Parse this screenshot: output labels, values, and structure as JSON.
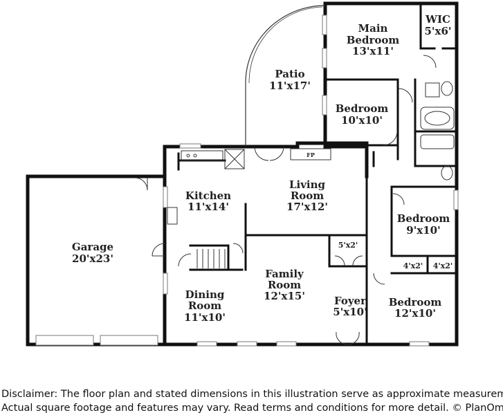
{
  "rooms": {
    "wic": {
      "name": "WIC",
      "size": "5'x6'"
    },
    "main_bedroom": {
      "name1": "Main",
      "name2": "Bedroom",
      "size": "13'x11'"
    },
    "patio": {
      "name": "Patio",
      "size": "11'x17'"
    },
    "bedroom_upper": {
      "name": "Bedroom",
      "size": "10'x10'"
    },
    "fp": {
      "name": "FP"
    },
    "living_room": {
      "name1": "Living",
      "name2": "Room",
      "size": "17'x12'"
    },
    "kitchen": {
      "name": "Kitchen",
      "size": "11'x14'"
    },
    "garage": {
      "name": "Garage",
      "size": "20'x23'"
    },
    "bedroom_right": {
      "name": "Bedroom",
      "size": "9'x10'"
    },
    "closet_foyer": {
      "size": "5'x2'"
    },
    "closet_a": {
      "size": "4'x2'"
    },
    "closet_b": {
      "size": "4'x2'"
    },
    "family_room": {
      "name1": "Family",
      "name2": "Room",
      "size": "12'x15'"
    },
    "dining_room": {
      "name1": "Dining",
      "name2": "Room",
      "size": "11'x10'"
    },
    "foyer": {
      "name": "Foyer",
      "size": "5'x10'"
    },
    "bedroom_lower": {
      "name": "Bedroom",
      "size": "12'x10'"
    }
  },
  "disclaimer": {
    "line1": "Disclaimer: The floor plan and stated dimensions in this illustration serve as approximate measurements.",
    "line2": "Actual square footage and features may vary. Read terms and conditions for more detail. © PlanOmatic"
  },
  "colors": {
    "wall": "#111111",
    "background": "#ffffff"
  }
}
